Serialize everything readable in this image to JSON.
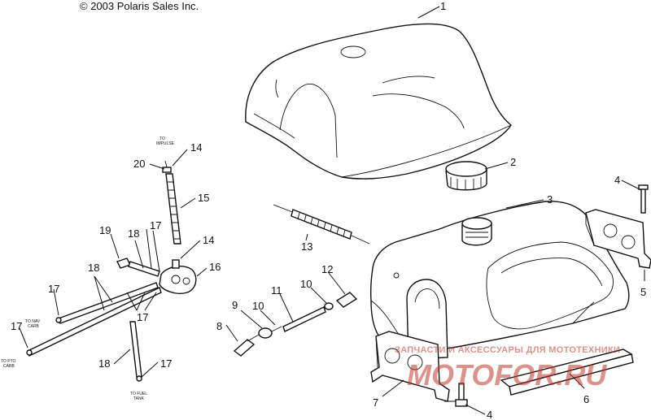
{
  "copyright": "© 2003 Polaris Sales Inc.",
  "callouts": {
    "c1": "1",
    "c2": "2",
    "c3": "3",
    "c4a": "4",
    "c4b": "4",
    "c5": "5",
    "c6": "6",
    "c7": "7",
    "c8": "8",
    "c9": "9",
    "c10a": "10",
    "c10b": "10",
    "c11": "11",
    "c12": "12",
    "c13": "13",
    "c14a": "14",
    "c14b": "14",
    "c15": "15",
    "c16": "16",
    "c17a": "17",
    "c17b": "17",
    "c17c": "17",
    "c17d": "17",
    "c17e": "17",
    "c18a": "18",
    "c18b": "18",
    "c18c": "18",
    "c19": "19",
    "c20": "20"
  },
  "hose_notes": {
    "to_impulse": [
      "TO",
      "IMPULSE"
    ],
    "to_nav_carb": [
      "TO NAV",
      "CARB"
    ],
    "to_pto_carb": [
      "TO PTO",
      "CARB"
    ],
    "to_fuel_tank": [
      "TO FUEL",
      "TANK"
    ]
  },
  "watermark": {
    "top": "ЗАПЧАСТИ И АКСЕССУАРЫ ДЛЯ МОТОТЕХНИКИ",
    "brand": "MOTOFOR.RU",
    "color": "#c0392b"
  }
}
